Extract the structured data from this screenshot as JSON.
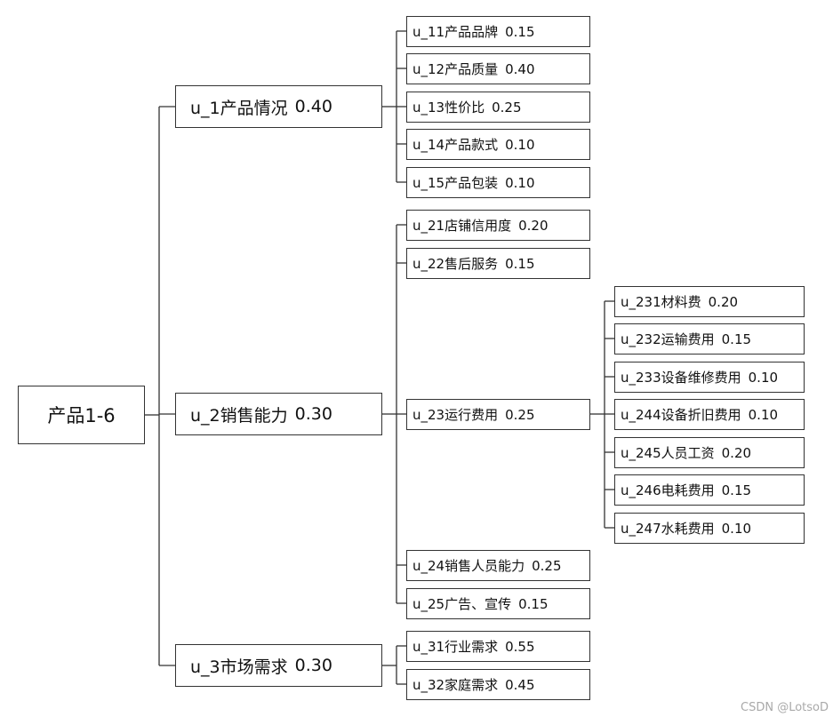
{
  "root": {
    "label": "产品1-6"
  },
  "level1": [
    {
      "name": "u_1产品情况",
      "weight": "0.40"
    },
    {
      "name": "u_2销售能力",
      "weight": "0.30"
    },
    {
      "name": "u_3市场需求",
      "weight": "0.30"
    }
  ],
  "u1_children": [
    {
      "name": "u_11产品品牌",
      "weight": "0.15"
    },
    {
      "name": "u_12产品质量",
      "weight": "0.40"
    },
    {
      "name": "u_13性价比",
      "weight": "0.25"
    },
    {
      "name": "u_14产品款式",
      "weight": "0.10"
    },
    {
      "name": "u_15产品包装",
      "weight": "0.10"
    }
  ],
  "u2_children": [
    {
      "name": "u_21店铺信用度",
      "weight": "0.20"
    },
    {
      "name": "u_22售后服务",
      "weight": "0.15"
    },
    {
      "name": "u_23运行费用",
      "weight": "0.25"
    },
    {
      "name": "u_24销售人员能力",
      "weight": "0.25"
    },
    {
      "name": "u_25广告、宣传",
      "weight": "0.15"
    }
  ],
  "u23_children": [
    {
      "name": "u_231材料费",
      "weight": "0.20"
    },
    {
      "name": "u_232运输费用",
      "weight": "0.15"
    },
    {
      "name": "u_233设备维修费用",
      "weight": "0.10"
    },
    {
      "name": "u_244设备折旧费用",
      "weight": "0.10"
    },
    {
      "name": "u_245人员工资",
      "weight": "0.20"
    },
    {
      "name": "u_246电耗费用",
      "weight": "0.15"
    },
    {
      "name": "u_247水耗费用",
      "weight": "0.10"
    }
  ],
  "u3_children": [
    {
      "name": "u_31行业需求",
      "weight": "0.55"
    },
    {
      "name": "u_32家庭需求",
      "weight": "0.45"
    }
  ],
  "watermark": "CSDN @LotsoD",
  "colors": {
    "border": "#333333",
    "text": "#111111",
    "watermark": "#a9a9a9"
  }
}
